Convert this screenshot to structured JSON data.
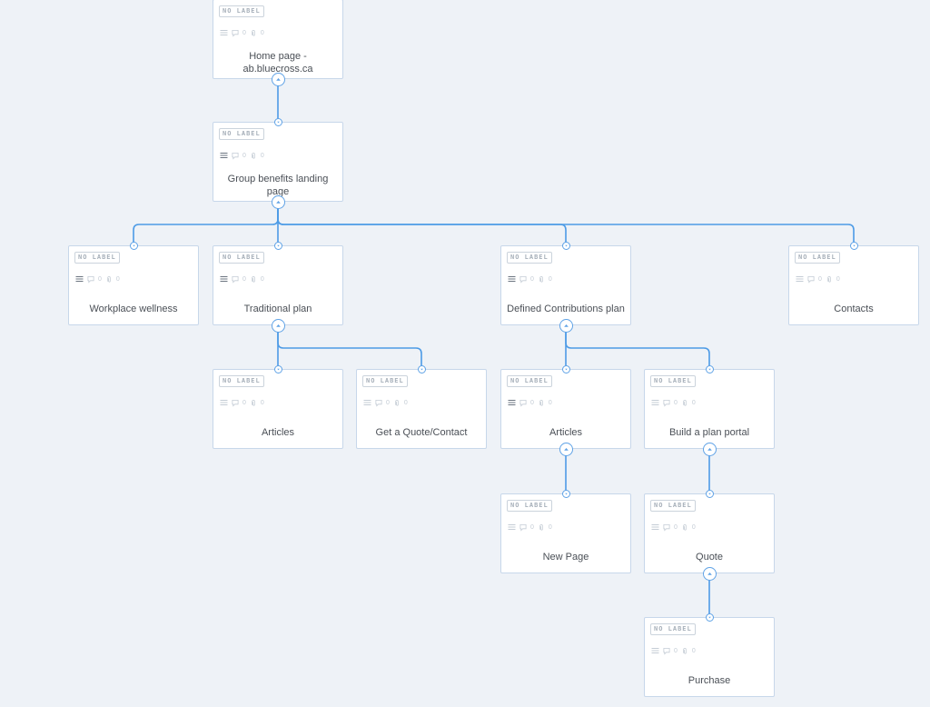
{
  "badge_text": "NO LABEL",
  "colors": {
    "connector": "#4d9be6",
    "canvas": "#eef2f7",
    "card_border": "#c7d7ea"
  },
  "icons": {
    "content": "lines-icon",
    "comments": "comment-icon",
    "attachments": "paperclip-icon"
  },
  "nodes": [
    {
      "id": "home",
      "title": "Home page - ab.bluecross.ca",
      "content_filled": false,
      "comments": "0",
      "attachments": "0"
    },
    {
      "id": "group-benefits",
      "title": "Group benefits landing page",
      "content_filled": true,
      "comments": "0",
      "attachments": "0"
    },
    {
      "id": "workplace-wellness",
      "title": "Workplace wellness",
      "content_filled": true,
      "comments": "0",
      "attachments": "0"
    },
    {
      "id": "traditional-plan",
      "title": "Traditional plan",
      "content_filled": true,
      "comments": "0",
      "attachments": "0"
    },
    {
      "id": "defined-contributions",
      "title": "Defined Contributions plan",
      "content_filled": true,
      "comments": "0",
      "attachments": "0"
    },
    {
      "id": "contacts",
      "title": "Contacts",
      "content_filled": false,
      "comments": "0",
      "attachments": "0"
    },
    {
      "id": "articles-traditional",
      "title": "Articles",
      "content_filled": false,
      "comments": "0",
      "attachments": "0"
    },
    {
      "id": "get-quote",
      "title": "Get a Quote/Contact",
      "content_filled": false,
      "comments": "0",
      "attachments": "0"
    },
    {
      "id": "articles-dc",
      "title": "Articles",
      "content_filled": true,
      "comments": "0",
      "attachments": "0"
    },
    {
      "id": "build-plan-portal",
      "title": "Build a plan portal",
      "content_filled": false,
      "comments": "0",
      "attachments": "0"
    },
    {
      "id": "new-page",
      "title": "New Page",
      "content_filled": false,
      "comments": "0",
      "attachments": "0"
    },
    {
      "id": "quote",
      "title": "Quote",
      "content_filled": false,
      "comments": "0",
      "attachments": "0"
    },
    {
      "id": "purchase",
      "title": "Purchase",
      "content_filled": false,
      "comments": "0",
      "attachments": "0"
    }
  ],
  "edges": [
    [
      "home",
      "group-benefits"
    ],
    [
      "group-benefits",
      "workplace-wellness"
    ],
    [
      "group-benefits",
      "traditional-plan"
    ],
    [
      "group-benefits",
      "defined-contributions"
    ],
    [
      "group-benefits",
      "contacts"
    ],
    [
      "traditional-plan",
      "articles-traditional"
    ],
    [
      "traditional-plan",
      "get-quote"
    ],
    [
      "defined-contributions",
      "articles-dc"
    ],
    [
      "defined-contributions",
      "build-plan-portal"
    ],
    [
      "articles-dc",
      "new-page"
    ],
    [
      "build-plan-portal",
      "quote"
    ],
    [
      "quote",
      "purchase"
    ]
  ]
}
